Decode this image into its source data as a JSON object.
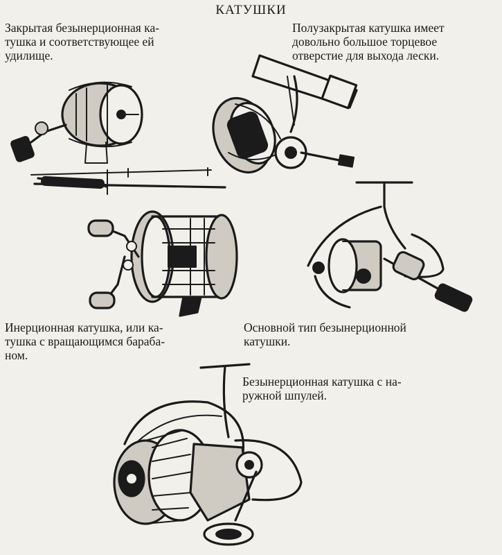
{
  "page": {
    "title": "КАТУШКИ"
  },
  "captions": {
    "closed": "Закрытая безынерционная ка-\nтушка и соответствующее ей\nудилище.",
    "semi_closed": "Полузакрытая катушка имеет\nдовольно большое торцевое\nотверстие для выхода лески.",
    "inertial": "Инерционная катушка, или ка-\nтушка с вращающимся бараба-\nном.",
    "basic_spinning": "Основной тип безынерционной\nкатушки.",
    "external_spool": "Безынерционная катушка с на-\nружной шпулей."
  },
  "illustrations": [
    {
      "id": "closed-reel",
      "icon": "closed-face-reel-with-rod"
    },
    {
      "id": "semi-closed-reel",
      "icon": "semi-closed-reel"
    },
    {
      "id": "inertial-reel",
      "icon": "baitcasting-reel"
    },
    {
      "id": "spinning-reel",
      "icon": "spinning-reel"
    },
    {
      "id": "external-spool-reel",
      "icon": "external-spool-spinning-reel"
    }
  ]
}
